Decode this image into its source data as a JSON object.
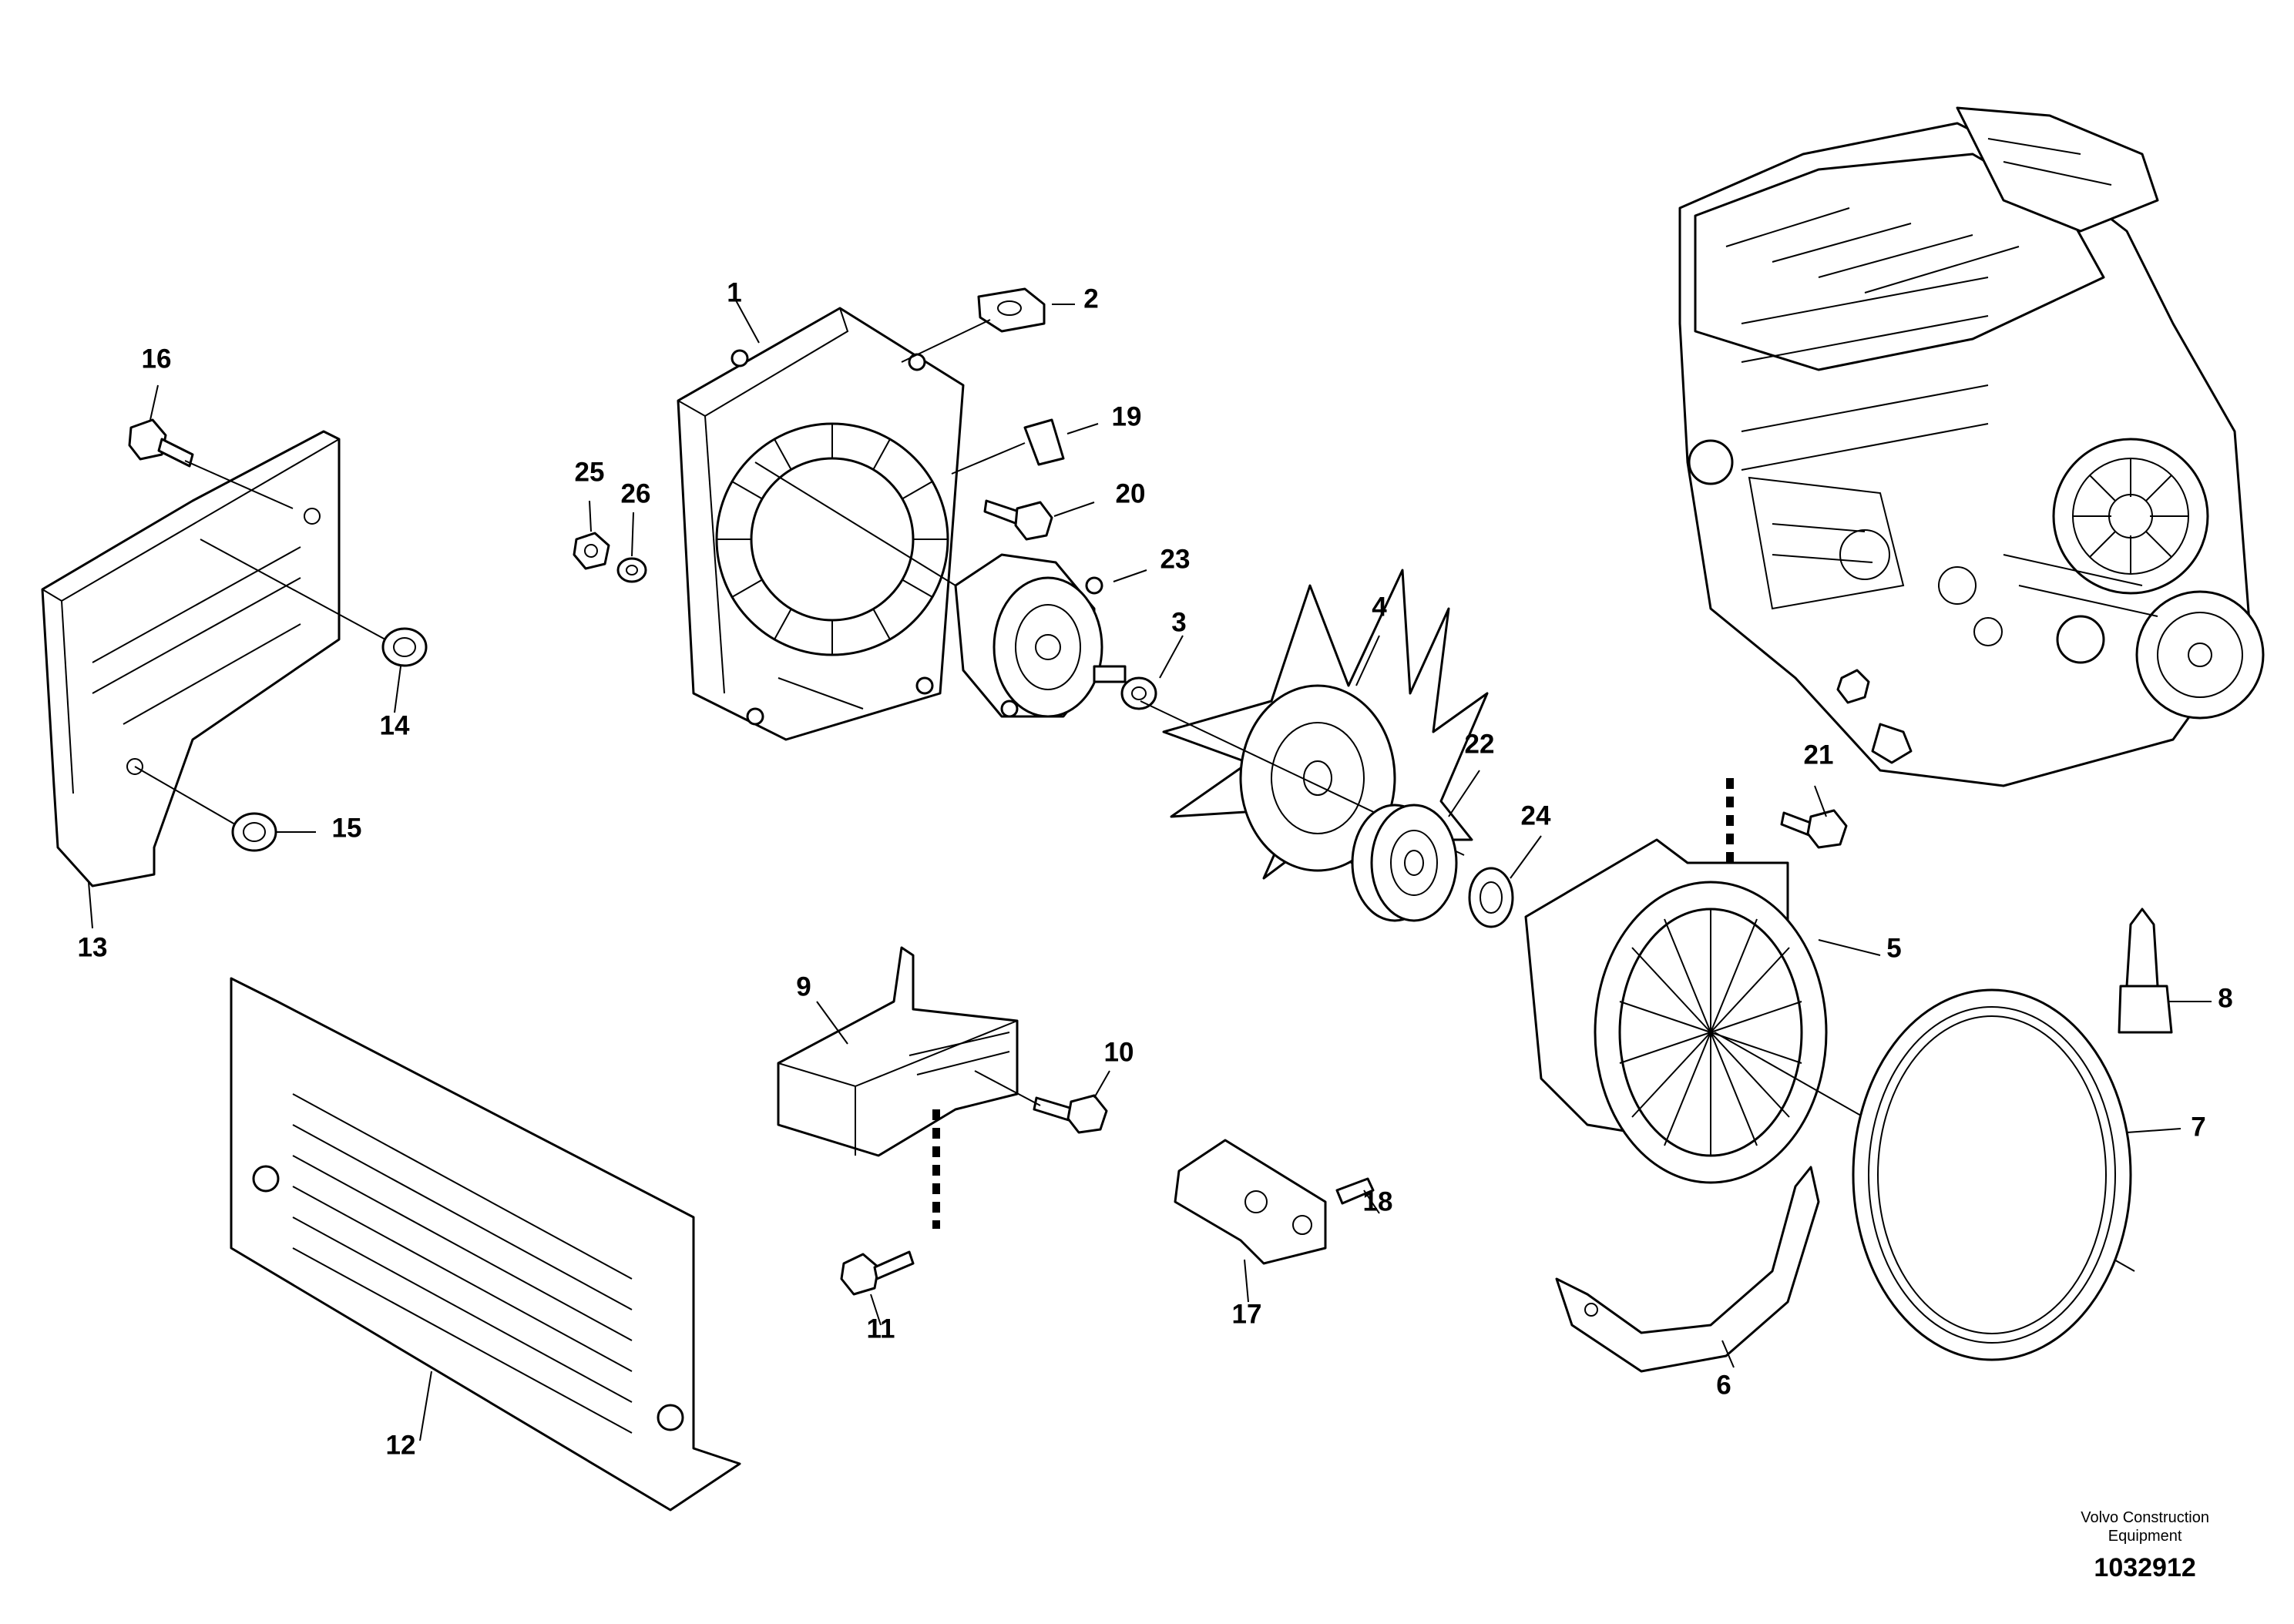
{
  "callouts": [
    "1",
    "2",
    "3",
    "4",
    "5",
    "6",
    "7",
    "8",
    "9",
    "10",
    "11",
    "12",
    "13",
    "14",
    "15",
    "16",
    "17",
    "18",
    "19",
    "20",
    "21",
    "22",
    "23",
    "24",
    "25",
    "26"
  ],
  "footer": {
    "company_line1": "Volvo Construction",
    "company_line2": "Equipment",
    "doc_number": "1032912"
  }
}
